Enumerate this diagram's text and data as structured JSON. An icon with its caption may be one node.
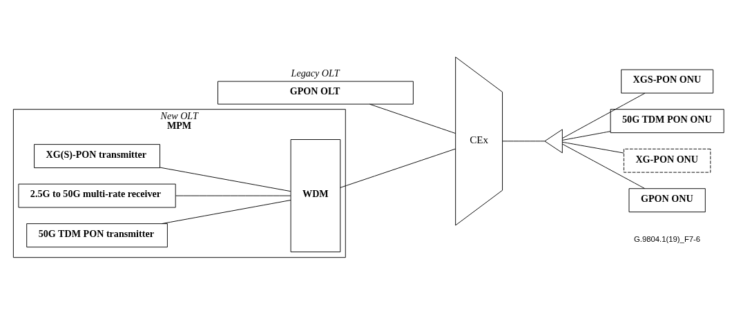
{
  "diagram": {
    "nodes": [
      {
        "text": [
          "Legacy OLT",
          "GPON OLT"
        ]
      },
      {
        "text": [
          "New OLT",
          "MPM"
        ]
      },
      {
        "text": [
          "XG(S)-PON transmitter"
        ],
        "in": 1
      },
      {
        "text": [
          "2.5G to 50G multi-rate receiver"
        ],
        "in": 1
      },
      {
        "text": [
          "50G TDM PON transmitter"
        ],
        "in": 1
      },
      {
        "text": [
          "WDM"
        ],
        "in": 1
      },
      {
        "text": [
          "CEx"
        ]
      },
      {
        "text": [],
        "shape": "triangle"
      },
      {
        "text": [
          "XGS-PON ONU"
        ]
      },
      {
        "text": [
          "50G TDM PON ONU"
        ]
      },
      {
        "text": [
          "XG-PON ONU"
        ]
      },
      {
        "text": [
          "GPON ONU"
        ]
      }
    ],
    "edges": [
      {
        "from": 0,
        "to": 6,
        "arrow": "none"
      },
      {
        "from": 2,
        "to": 5,
        "arrow": "none"
      },
      {
        "from": 3,
        "to": 5,
        "arrow": "none"
      },
      {
        "from": 4,
        "to": 5,
        "arrow": "none"
      },
      {
        "from": 5,
        "to": 6,
        "arrow": "none"
      },
      {
        "from": 6,
        "to": 7,
        "arrow": "none"
      },
      {
        "from": 7,
        "to": 8,
        "arrow": "none"
      },
      {
        "from": 7,
        "to": 9,
        "arrow": "none"
      },
      {
        "from": 7,
        "to": 10,
        "arrow": "none"
      },
      {
        "from": 7,
        "to": 11,
        "arrow": "none"
      }
    ],
    "labels": [
      "G.9804.1(19)_F7-6"
    ]
  }
}
